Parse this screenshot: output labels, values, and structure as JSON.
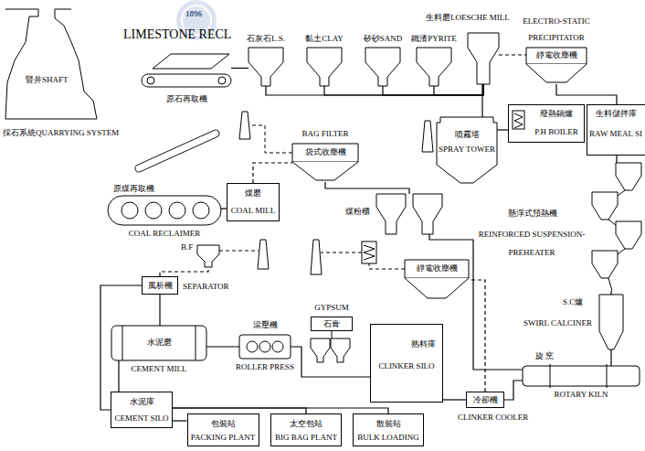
{
  "diagram": {
    "nodes": [
      {
        "text": [
          "豎井SHAFT"
        ]
      },
      {
        "text": [
          "原石再取機"
        ]
      },
      {
        "text": [
          "石灰石L.S."
        ]
      },
      {
        "text": [
          "黏土CLAY"
        ]
      },
      {
        "text": [
          "矽砂SAND"
        ]
      },
      {
        "text": [
          "鐵渣PYRITE"
        ]
      },
      {
        "text": [
          "生料磨LOESCHE MILL"
        ]
      },
      {
        "text": [
          "ELECTRO-STATIC PRECIPITATOR",
          "靜電收塵機"
        ]
      },
      {
        "text": [
          "噴霧塔",
          "SPRAY TOWER"
        ]
      },
      {
        "text": [
          "廢熱鍋爐",
          "P.H BOILER"
        ]
      },
      {
        "text": [
          "生料儲拌庫",
          "RAW MEAL SI"
        ]
      },
      {
        "text": [
          "BAG FILTER",
          "袋式收塵機"
        ]
      },
      {
        "text": [
          "原煤再取機",
          "COAL RECLAIMER"
        ]
      },
      {
        "text": [
          "煤磨",
          "COAL MILL"
        ]
      },
      {
        "text": [
          "煤粉櫃"
        ]
      },
      {
        "text": [
          "B.F"
        ]
      },
      {
        "text": [
          "風析機",
          "SEPARATOR"
        ]
      },
      {
        "text": [
          "水泥磨",
          "CEMENT MILL"
        ]
      },
      {
        "text": [
          "滾壓機",
          "ROLLER PRESS"
        ]
      },
      {
        "text": [
          "GYPSUM",
          "石膏"
        ]
      },
      {
        "text": [
          "熟料庫",
          "CLINKER SILO"
        ]
      },
      {
        "text": [
          "靜電收塵機"
        ]
      },
      {
        "text": [
          "懸浮式預熱機",
          "REINFORCED SUSPENSION- PREHEATER"
        ]
      },
      {
        "text": [
          "S.C爐",
          "SWIRL CALCINER"
        ]
      },
      {
        "text": [
          "旋 窯",
          "ROTARY KILN"
        ]
      },
      {
        "text": [
          "冷卻機",
          "CLINKER COOLER"
        ]
      },
      {
        "text": [
          "水泥庫",
          "CEMENT SILO"
        ]
      },
      {
        "text": [
          "包裝站",
          "PACKING PLANT"
        ]
      },
      {
        "text": [
          "太空包站",
          "BIG BAG PLANT"
        ]
      },
      {
        "text": [
          "散裝站",
          "BULK LOADING"
        ]
      }
    ],
    "edges": [
      {
        "from": 1,
        "to": 2,
        "arrow": "none"
      },
      {
        "from": 2,
        "to": 6,
        "arrow": "none"
      },
      {
        "from": 3,
        "to": 6,
        "arrow": "none"
      },
      {
        "from": 4,
        "to": 6,
        "arrow": "none"
      },
      {
        "from": 5,
        "to": 6,
        "arrow": "none"
      },
      {
        "from": 6,
        "to": 7,
        "arrow": "none"
      },
      {
        "from": 6,
        "to": 8,
        "arrow": "none"
      },
      {
        "from": 9,
        "to": 8,
        "arrow": "none"
      },
      {
        "from": 7,
        "to": 10,
        "arrow": "none"
      },
      {
        "from": 10,
        "to": 22,
        "arrow": "none"
      },
      {
        "from": 12,
        "to": 13,
        "arrow": "none"
      },
      {
        "from": 13,
        "to": 11,
        "arrow": "none"
      },
      {
        "from": 11,
        "to": 14,
        "arrow": "none"
      },
      {
        "from": 14,
        "to": 24,
        "arrow": "none"
      },
      {
        "from": 22,
        "to": 23,
        "arrow": "none"
      },
      {
        "from": 23,
        "to": 24,
        "arrow": "none"
      },
      {
        "from": 24,
        "to": 25,
        "arrow": "none"
      },
      {
        "from": 25,
        "to": 20,
        "arrow": "none"
      },
      {
        "from": 25,
        "to": 21,
        "arrow": "none"
      },
      {
        "from": 20,
        "to": 18,
        "arrow": "none"
      },
      {
        "from": 18,
        "to": 17,
        "arrow": "none"
      },
      {
        "from": 17,
        "to": 16,
        "arrow": "none"
      },
      {
        "from": 16,
        "to": 15,
        "arrow": "none"
      },
      {
        "from": 17,
        "to": 26,
        "arrow": "none"
      },
      {
        "from": 16,
        "to": 26,
        "arrow": "none"
      },
      {
        "from": 26,
        "to": 27,
        "arrow": "none"
      },
      {
        "from": 26,
        "to": 28,
        "arrow": "none"
      },
      {
        "from": 26,
        "to": 29,
        "arrow": "none"
      }
    ],
    "labels": [
      "採石系統QUARRYING SYSTEM",
      "LIMESTONE RECL",
      "1896"
    ]
  }
}
